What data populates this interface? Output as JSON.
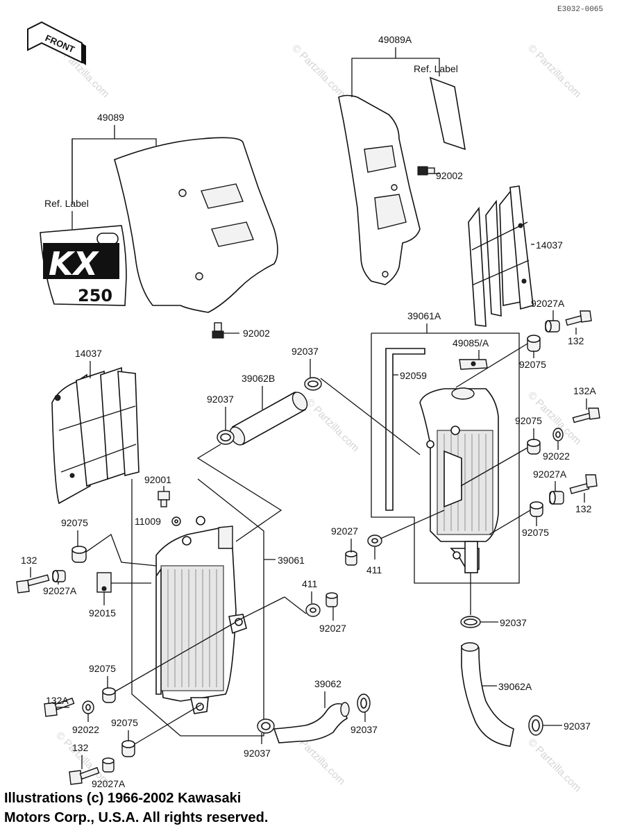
{
  "doc_code": "E3032-0065",
  "front_tag": "FRONT",
  "watermark": "© Partzilla.com",
  "decal": {
    "brand": "KX",
    "model": "250"
  },
  "labels": {
    "p49089": "49089",
    "ref_left": "Ref. Label",
    "p49089A": "49089A",
    "ref_right": "Ref. Label",
    "p92002_top": "92002",
    "p92002_left": "92002",
    "p14037_right": "14037",
    "p92027A_r1": "92027A",
    "p132_r1": "132",
    "p39061A": "39061A",
    "p49085A": "49085/A",
    "p92075_r1": "92075",
    "p92037_a": "92037",
    "p39062B": "39062B",
    "p92037_b": "92037",
    "p92059": "92059",
    "p14037_left": "14037",
    "p132A_r": "132A",
    "p92075_r2": "92075",
    "p92022_r": "92022",
    "p92001": "92001",
    "p92027A_r2": "92027A",
    "p132_r2": "132",
    "p11009": "11009",
    "p92075_l1": "92075",
    "p39061": "39061",
    "p92027_c": "92027",
    "p411_c": "411",
    "p92075_r3": "92075",
    "p132_l1": "132",
    "p92027A_l1": "92027A",
    "p92015": "92015",
    "p411_l": "411",
    "p92027_l": "92027",
    "p92037_c": "92037",
    "p92075_l2": "92075",
    "p39062": "39062",
    "p39062A": "39062A",
    "p132A_l": "132A",
    "p92022_l": "92022",
    "p92075_l3": "92075",
    "p92037_d": "92037",
    "p92037_e": "92037",
    "p132_l2": "132",
    "p92037_f": "92037",
    "p92027A_l2": "92027A"
  },
  "copyright": {
    "line1": "Illustrations (c) 1966-2002 Kawasaki",
    "line2": "Motors Corp., U.S.A.  All rights reserved."
  }
}
